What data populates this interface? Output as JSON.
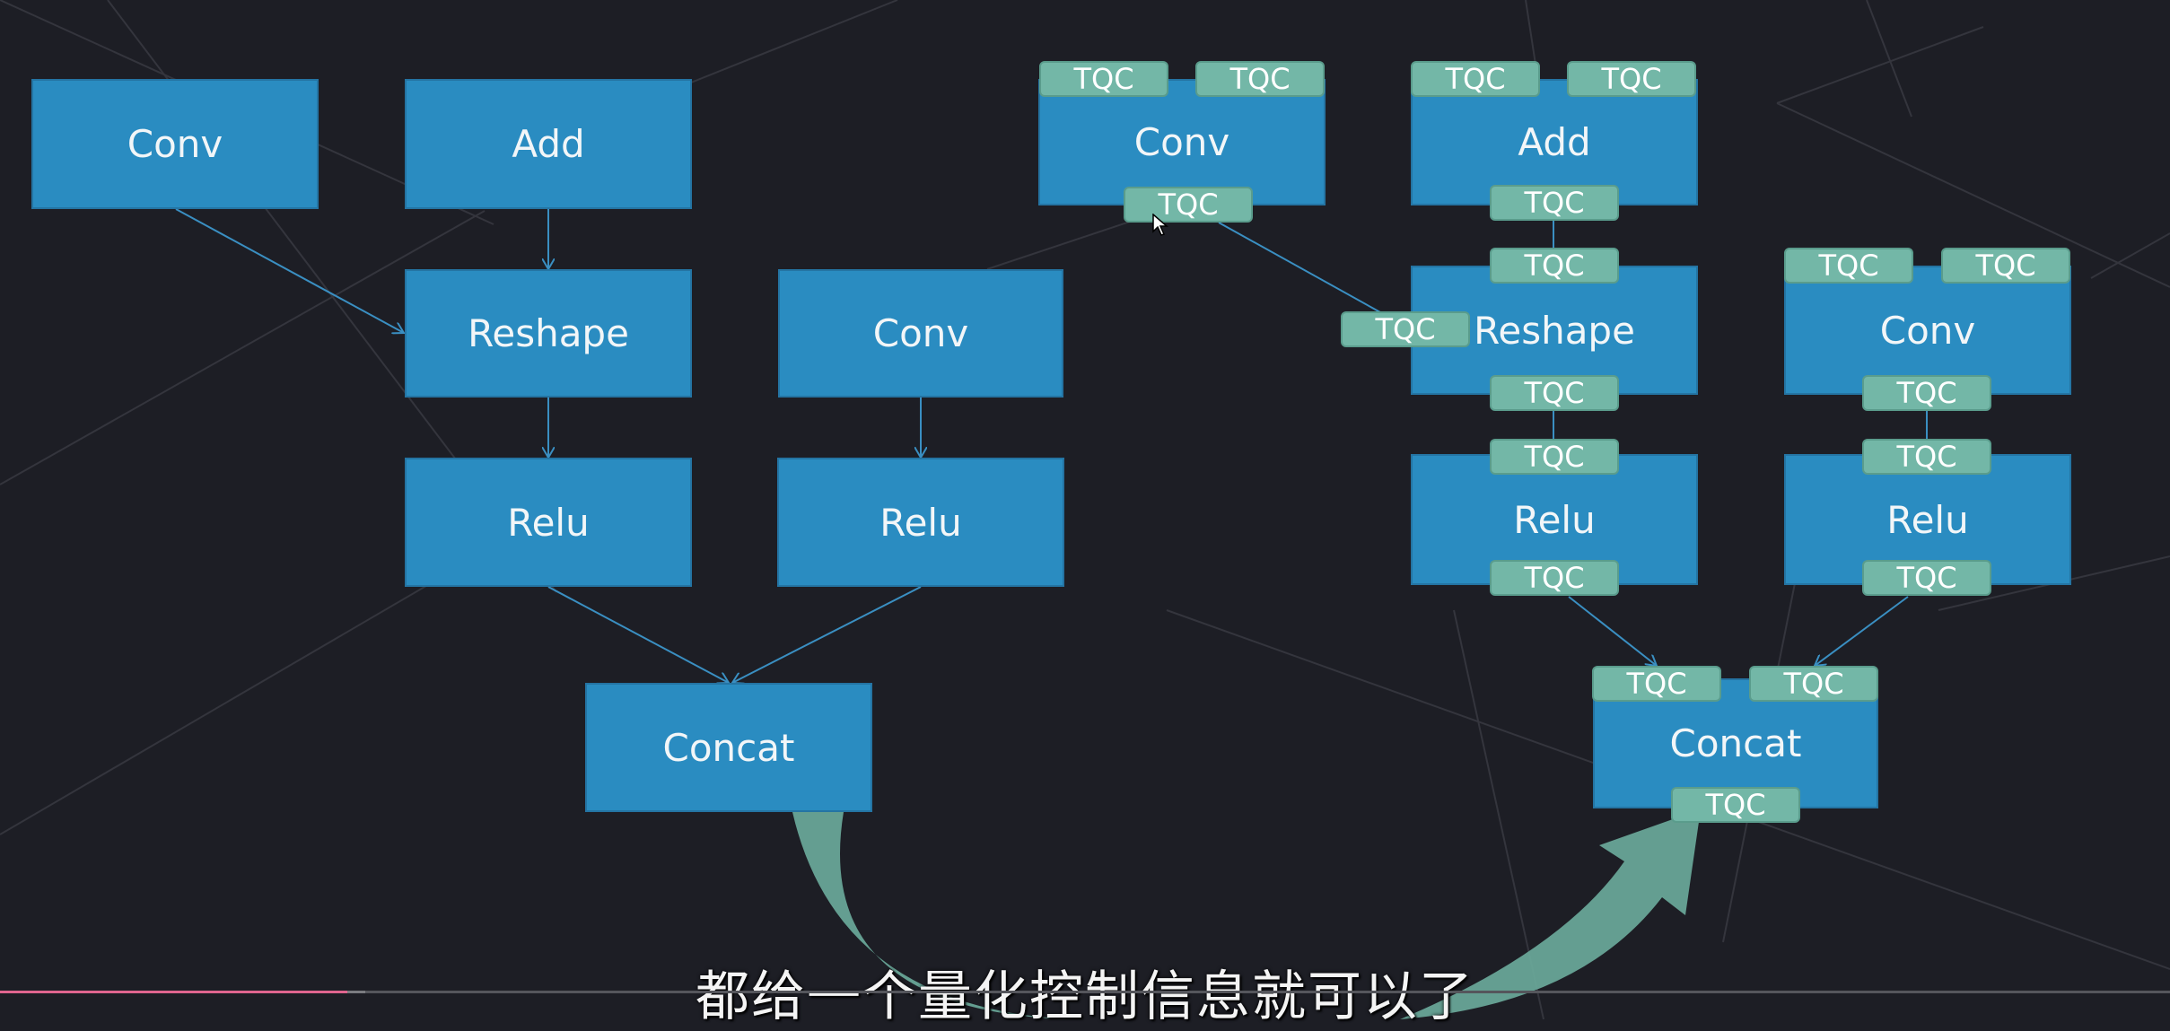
{
  "left_graph": {
    "conv_a": "Conv",
    "add": "Add",
    "reshape": "Reshape",
    "conv_b": "Conv",
    "relu_a": "Relu",
    "relu_b": "Relu",
    "concat": "Concat"
  },
  "right_graph": {
    "conv_a": "Conv",
    "add": "Add",
    "reshape": "Reshape",
    "conv_b": "Conv",
    "relu_a": "Relu",
    "relu_b": "Relu",
    "concat": "Concat",
    "tqc_label": "TQC"
  },
  "subtitle": "都给一个量化控制信息就可以了",
  "video": {
    "progress": 0.16
  },
  "colors": {
    "background": "#1d1e25",
    "node_fill": "#2a8cc1",
    "tqc_fill": "#73b7a7",
    "arrow_fill": "#6aa99a",
    "progress": "#e0658f"
  }
}
